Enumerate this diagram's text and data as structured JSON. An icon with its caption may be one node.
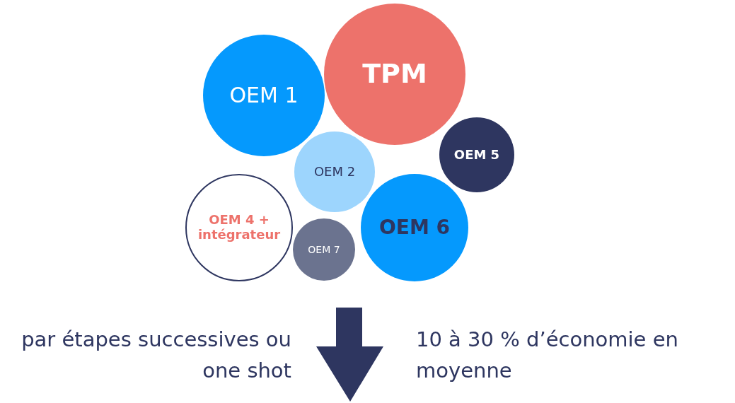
{
  "diagram": {
    "nodes": [
      {
        "text": [
          "OEM 1"
        ]
      },
      {
        "text": [
          "TPM"
        ]
      },
      {
        "text": [
          "OEM 5"
        ]
      },
      {
        "text": [
          "OEM 2"
        ]
      },
      {
        "text": [
          "OEM 4 + intégrateur"
        ]
      },
      {
        "text": [
          "OEM 6"
        ]
      },
      {
        "text": [
          "OEM 7"
        ]
      }
    ],
    "labels": [
      "par étapes successives ou one shot",
      "10 à 30 % d’économie en moyenne"
    ]
  }
}
